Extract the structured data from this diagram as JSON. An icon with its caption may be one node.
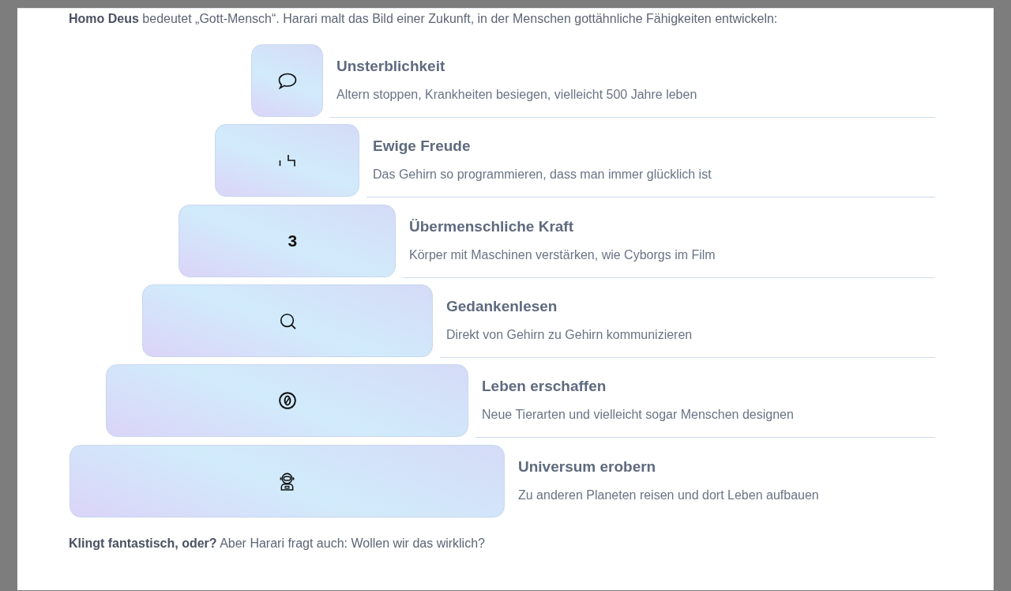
{
  "diagram": {
    "title": "**Homo Deus** bedeutet „Gott-Mensch“. Harari malt das Bild einer Zukunft, in der Menschen gottähnliche Fähigkeiten entwickeln:",
    "nodes": [
      {
        "text": [
          "Unsterblichkeit",
          "Altern stoppen, Krankheiten besiegen, vielleicht 500 Jahre leben"
        ]
      },
      {
        "text": [
          "Ewige Freude",
          "Das Gehirn so programmieren, dass man immer glücklich ist"
        ]
      },
      {
        "text": [
          "3",
          "Übermenschliche Kraft",
          "Körper mit Maschinen verstärken, wie Cyborgs im Film"
        ]
      },
      {
        "text": [
          "Gedankenlesen",
          "Direkt von Gehirn zu Gehirn kommunizieren"
        ]
      },
      {
        "text": [
          "Leben erschaffen",
          "Neue Tierarten und vielleicht sogar Menschen designen"
        ]
      },
      {
        "text": [
          "Universum erobern",
          "Zu anderen Planeten reisen und dort Leben aufbauen"
        ]
      }
    ],
    "caption": "**Klingt fantastisch, oder?** Aber Harari fragt auch: Wollen wir das wirklich?"
  }
}
